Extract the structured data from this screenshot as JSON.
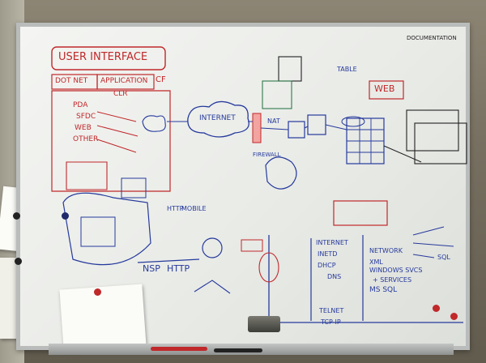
{
  "photo": {
    "labels": {
      "user_interface": "USER INTERFACE",
      "dot_net": "DOT NET",
      "application": "APPLICATION",
      "cf": "CF",
      "clr": "CLR",
      "pda": "PDA",
      "sfdc": "SFDC",
      "web": "WEB",
      "other": "OTHER",
      "internet": "INTERNET",
      "nat": "NAT",
      "firewall": "FIREWALL",
      "table": "TABLE",
      "http": "HTTP",
      "mobile": "MOBILE",
      "intranet": "INTERNET",
      "inetd": "INETD",
      "dhcp": "DHCP",
      "dns": "DNS",
      "telnet": "TELNET",
      "tcpip": "TCP-IP",
      "network": "NETWORK",
      "xml": "XML",
      "windows_svcs": "WINDOWS SVCS",
      "services": "+ SERVICES",
      "ms_sql": "MS SQL",
      "web_box": "WEB",
      "sql": "SQL",
      "documentation": "DOCUMENTATION",
      "http_bracket": "HTTP",
      "nsp": "NSP"
    }
  }
}
